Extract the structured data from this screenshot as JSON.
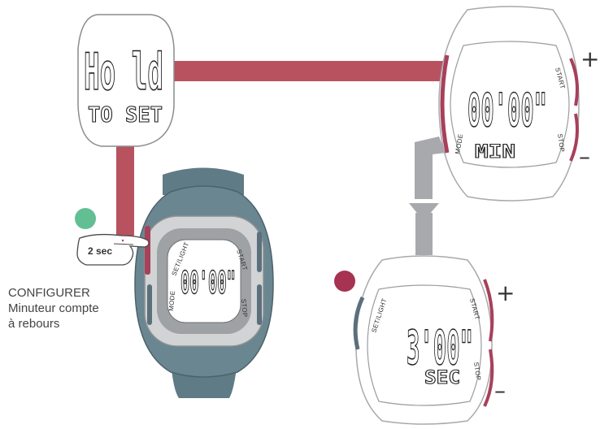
{
  "colors": {
    "connector_red": "#b8525f",
    "connector_gray": "#a7a9ac",
    "dot_green": "#62bf94",
    "dot_red": "#a63352",
    "watch_gray": "#5f7b86",
    "button_red": "#a8405a",
    "button_blue": "#5b6f7c"
  },
  "hold_screen": {
    "big": "Ho ld",
    "small": "TO SET"
  },
  "watch_main": {
    "display": "00'00\"",
    "button_set_light": "SET/LIGHT",
    "button_mode": "MODE",
    "button_start": "START",
    "button_stop": "STOP"
  },
  "press_label": "2 sec",
  "caption": {
    "line1": "CONFIGURER",
    "line2": "Minuteur compte",
    "line3": "à rebours"
  },
  "watch_min": {
    "display": "00'00\"",
    "sub": "MIN",
    "button_mode": "MODE",
    "button_start": "START",
    "button_stop": "STOP",
    "plus": "+",
    "minus": "–"
  },
  "watch_sec": {
    "display": "3'00\"",
    "sub": "SEC",
    "button_set_light": "SET/LIGHT",
    "button_start": "START",
    "button_stop": "STOP",
    "plus": "+",
    "minus": "–"
  }
}
